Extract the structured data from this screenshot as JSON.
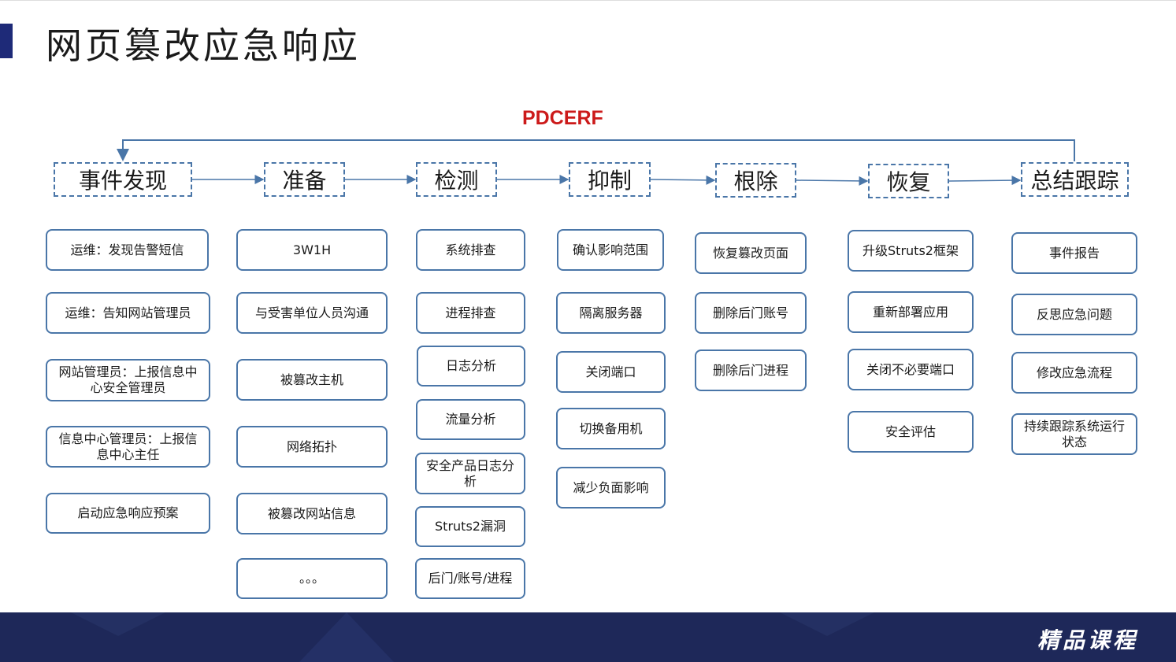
{
  "title": "网页篡改应急响应",
  "model": "PDCERF",
  "footer_label": "精品课程",
  "colors": {
    "accent": "#1e2a78",
    "border": "#4a76a8",
    "model_text": "#cc1a1a",
    "footer": "#1e2859"
  },
  "phases": [
    {
      "label": "事件发现",
      "items": [
        "运维：发现告警短信",
        "运维：告知网站管理员",
        "网站管理员：上报信息中心安全管理员",
        "信息中心管理员：上报信息中心主任",
        "启动应急响应预案"
      ]
    },
    {
      "label": "准备",
      "items": [
        "3W1H",
        "与受害单位人员沟通",
        "被篡改主机",
        "网络拓扑",
        "被篡改网站信息",
        "。。。"
      ]
    },
    {
      "label": "检测",
      "items": [
        "系统排查",
        "进程排查",
        "日志分析",
        "流量分析",
        "安全产品日志分析",
        "Struts2漏洞",
        "后门/账号/进程"
      ]
    },
    {
      "label": "抑制",
      "items": [
        "确认影响范围",
        "隔离服务器",
        "关闭端口",
        "切换备用机",
        "减少负面影响"
      ]
    },
    {
      "label": "根除",
      "items": [
        "恢复篡改页面",
        "删除后门账号",
        "删除后门进程"
      ]
    },
    {
      "label": "恢复",
      "items": [
        "升级Struts2框架",
        "重新部署应用",
        "关闭不必要端口",
        "安全评估"
      ]
    },
    {
      "label": "总结跟踪",
      "items": [
        "事件报告",
        "反思应急问题",
        "修改应急流程",
        "持续跟踪系统运行状态"
      ]
    }
  ]
}
